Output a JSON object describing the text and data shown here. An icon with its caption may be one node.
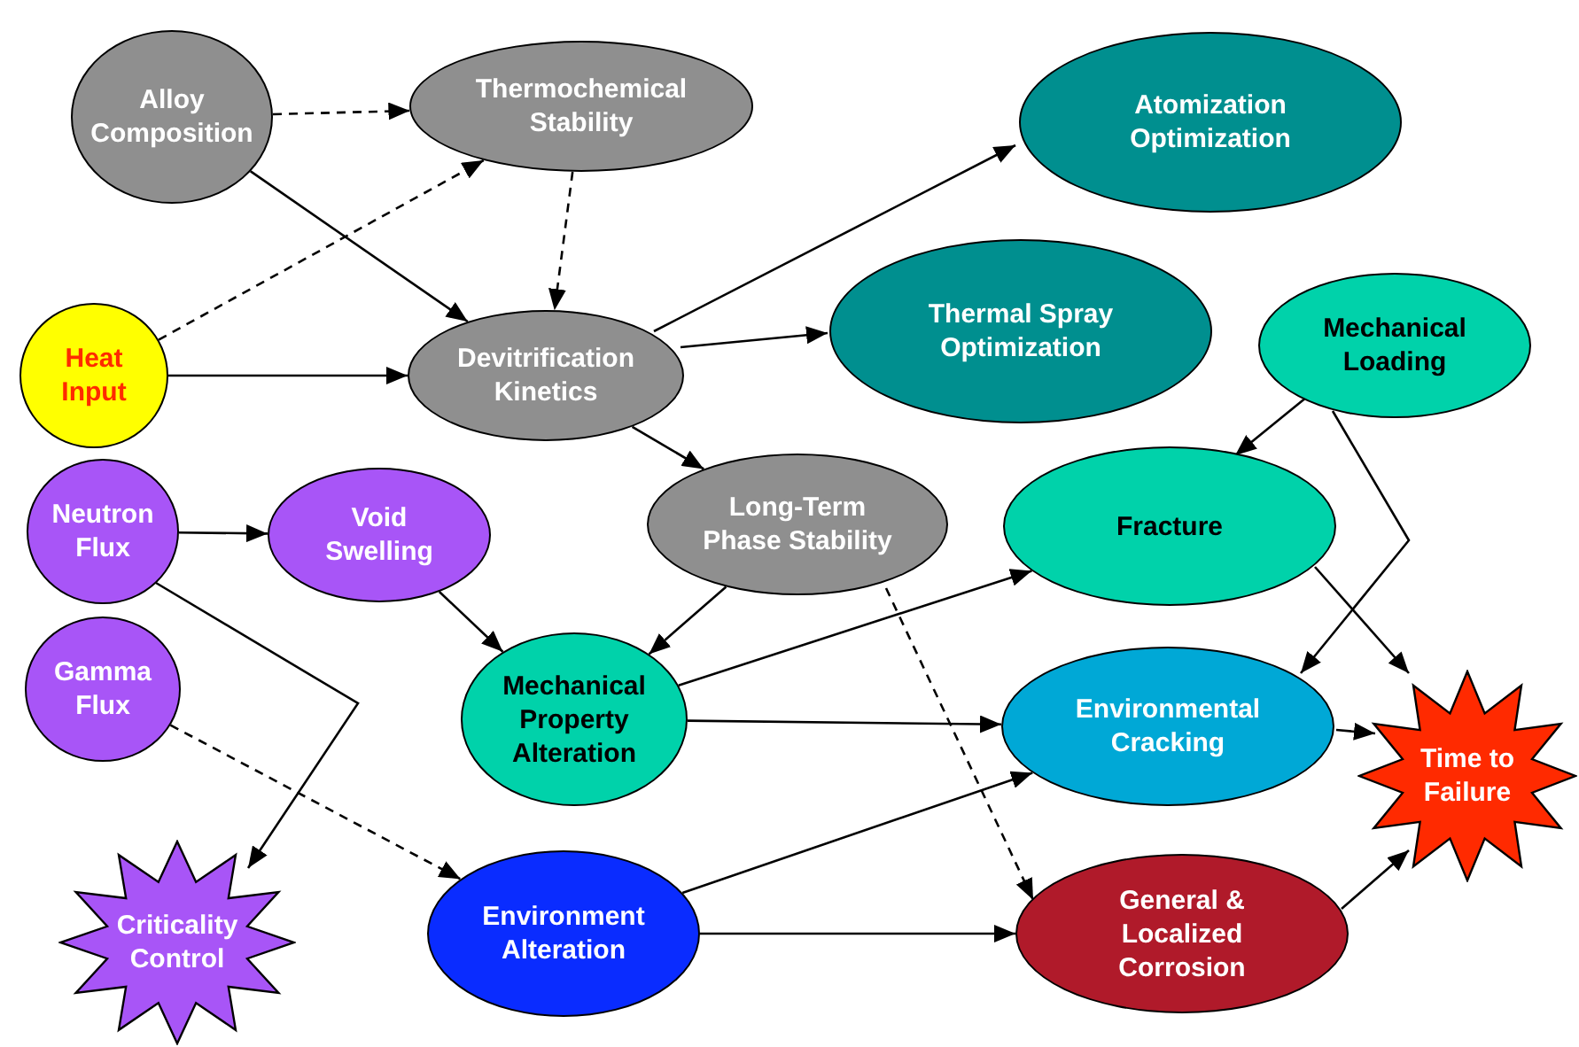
{
  "diagram": {
    "nodes": [
      {
        "text": [
          "Alloy Composition"
        ]
      },
      {
        "text": [
          "Thermochemical Stability"
        ]
      },
      {
        "text": [
          "Atomization Optimization"
        ]
      },
      {
        "text": [
          "Heat Input"
        ]
      },
      {
        "text": [
          "Devitrification Kinetics"
        ]
      },
      {
        "text": [
          "Thermal Spray Optimization"
        ]
      },
      {
        "text": [
          "Mechanical Loading"
        ]
      },
      {
        "text": [
          "Neutron Flux"
        ]
      },
      {
        "text": [
          "Void Swelling"
        ]
      },
      {
        "text": [
          "Long-Term Phase Stability"
        ]
      },
      {
        "text": [
          "Fracture"
        ]
      },
      {
        "text": [
          "Gamma Flux"
        ]
      },
      {
        "text": [
          "Mechanical Property Alteration"
        ]
      },
      {
        "text": [
          "Environmental Cracking"
        ]
      },
      {
        "text": [
          "Time to Failure"
        ]
      },
      {
        "text": [
          "Criticality Control"
        ]
      },
      {
        "text": [
          "Environment Alteration"
        ]
      },
      {
        "text": [
          "General & Localized Corrosion"
        ]
      }
    ],
    "edges": [
      {
        "from": 0,
        "to": 1,
        "arrow": "to",
        "style": "dashed"
      },
      {
        "from": 0,
        "to": 4,
        "arrow": "to"
      },
      {
        "from": 3,
        "to": 1,
        "arrow": "to",
        "style": "dashed"
      },
      {
        "from": 3,
        "to": 4,
        "arrow": "to"
      },
      {
        "from": 1,
        "to": 4,
        "arrow": "to",
        "style": "dashed"
      },
      {
        "from": 4,
        "to": 2,
        "arrow": "to"
      },
      {
        "from": 4,
        "to": 5,
        "arrow": "to"
      },
      {
        "from": 4,
        "to": 9,
        "arrow": "to"
      },
      {
        "from": 7,
        "to": 8,
        "arrow": "to"
      },
      {
        "from": 7,
        "to": 15,
        "arrow": "to"
      },
      {
        "from": 8,
        "to": 12,
        "arrow": "to"
      },
      {
        "from": 9,
        "to": 12,
        "arrow": "to"
      },
      {
        "from": 9,
        "to": 17,
        "arrow": "to",
        "style": "dashed"
      },
      {
        "from": 11,
        "to": 16,
        "arrow": "to",
        "style": "dashed"
      },
      {
        "from": 12,
        "to": 10,
        "arrow": "to"
      },
      {
        "from": 12,
        "to": 13,
        "arrow": "to"
      },
      {
        "from": 6,
        "to": 10,
        "arrow": "to"
      },
      {
        "from": 6,
        "to": 13,
        "arrow": "to"
      },
      {
        "from": 10,
        "to": 14,
        "arrow": "to"
      },
      {
        "from": 13,
        "to": 14,
        "arrow": "to"
      },
      {
        "from": 16,
        "to": 13,
        "arrow": "to"
      },
      {
        "from": 16,
        "to": 17,
        "arrow": "to"
      },
      {
        "from": 17,
        "to": 14,
        "arrow": "to"
      }
    ]
  }
}
